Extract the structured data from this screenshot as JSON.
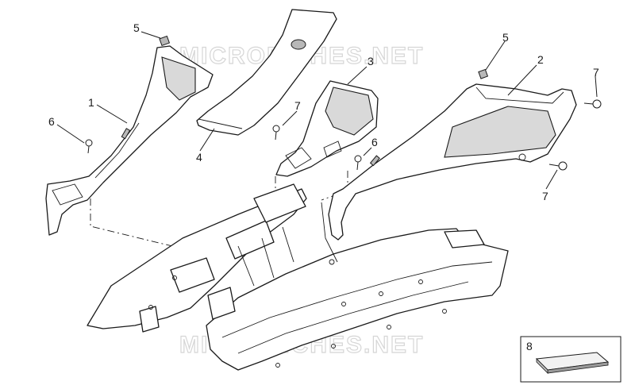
{
  "watermark": "MICROFICHES.NET",
  "callouts": {
    "c1": "1",
    "c2": "2",
    "c3": "3",
    "c4": "4",
    "c5a": "5",
    "c5b": "5",
    "c6a": "6",
    "c6b": "6",
    "c7a": "7",
    "c7b": "7",
    "c7c": "7",
    "c8": "8"
  },
  "colors": {
    "line": "#1a1a1a",
    "shade": "#d9d9d9",
    "watermark": "#d6d6d6",
    "inset_fill": "#f2f2f2"
  },
  "icons": [
    "screw-icon",
    "clip-icon",
    "pad-icon"
  ]
}
